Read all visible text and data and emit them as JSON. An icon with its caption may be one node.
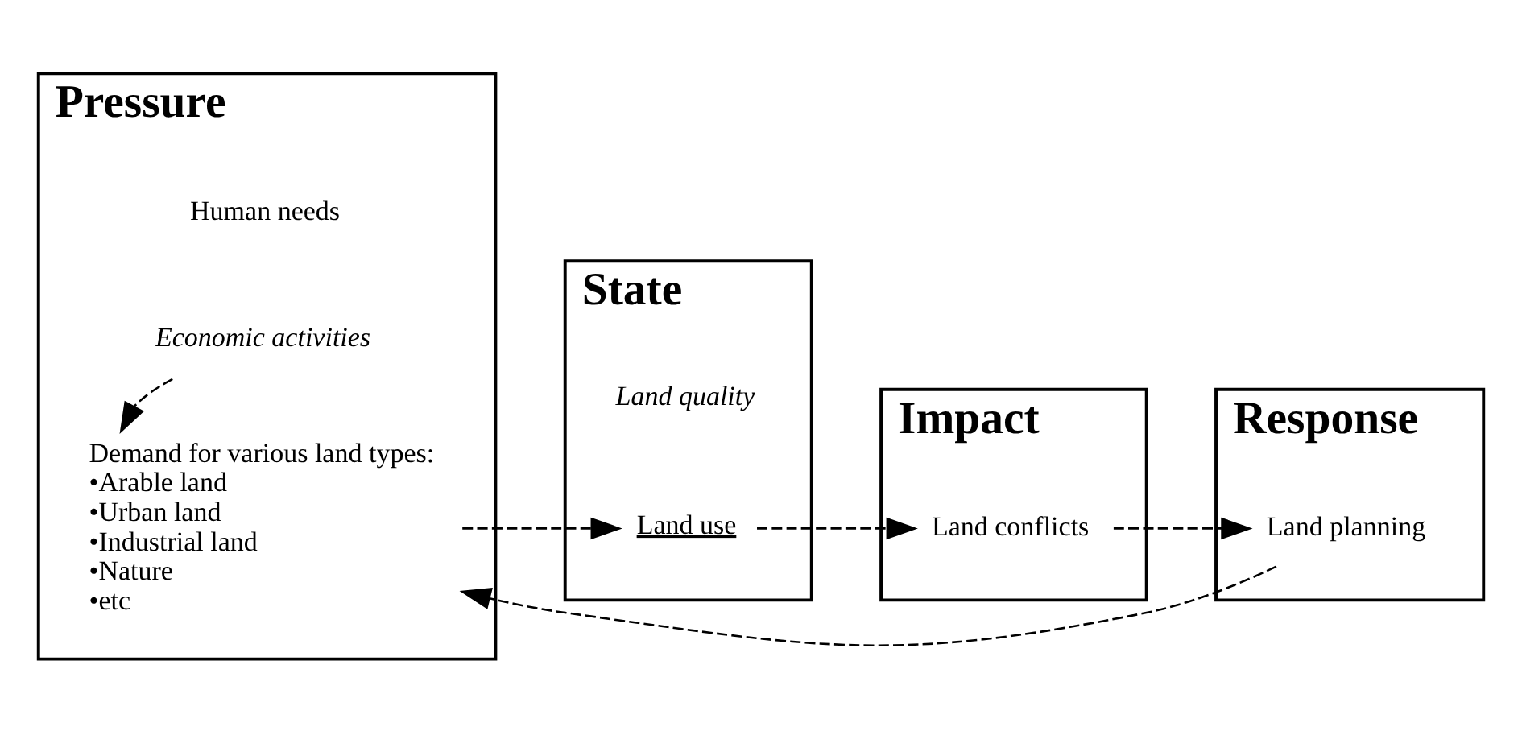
{
  "diagram": {
    "nodes": [
      {
        "text": [
          "Pressure"
        ]
      },
      {
        "text": [
          "Demand for various land types:",
          "•Arable land",
          "•Urban land",
          "•Industrial land",
          "•Nature",
          "•etc"
        ],
        "in": 0
      },
      {
        "text": [
          "Economic activities"
        ],
        "in": 0
      },
      {
        "text": [
          "Human needs"
        ],
        "in": 0
      },
      {
        "text": [
          "State"
        ]
      },
      {
        "text": [
          "Land use"
        ],
        "in": 4
      },
      {
        "text": [
          "Land quality"
        ],
        "in": 4
      },
      {
        "text": [
          "Impact"
        ]
      },
      {
        "text": [
          "Land conflicts"
        ],
        "in": 7
      },
      {
        "text": [
          "Response"
        ]
      },
      {
        "text": [
          "Land planning"
        ],
        "in": 9
      }
    ],
    "edges": [
      {
        "from": 1,
        "to": 5,
        "arrow": "to",
        "style": "dashed"
      },
      {
        "from": 5,
        "to": 8,
        "arrow": "to",
        "style": "dashed"
      },
      {
        "from": 8,
        "to": 10,
        "arrow": "to",
        "style": "dashed"
      },
      {
        "from": 2,
        "to": 1,
        "arrow": "to",
        "style": "dashed"
      },
      {
        "from": 10,
        "to": 1,
        "arrow": "to",
        "style": "dashed"
      }
    ]
  }
}
